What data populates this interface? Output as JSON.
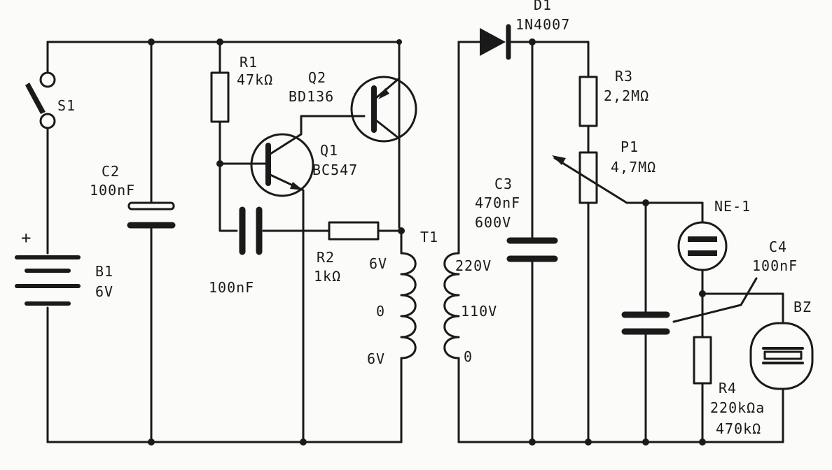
{
  "labels": {
    "s1": "S1",
    "b1_name": "B1",
    "b1_value": "6V",
    "b1_plus": "+",
    "c2_name": "C2",
    "c2_value": "100nF",
    "r1_name": "R1",
    "r1_value": "47kΩ",
    "q2_name": "Q2",
    "q2_part": "BD136",
    "q1_name": "Q1",
    "q1_part": "BC547",
    "cap_fb_value": "100nF",
    "r2_name": "R2",
    "r2_value": "1kΩ",
    "t1_name": "T1",
    "t1_6v_top": "6V",
    "t1_0": "0",
    "t1_6v_bot": "6V",
    "t1_220v": "220V",
    "t1_110v": "110V",
    "t1_0_right": "0",
    "d1_name": "D1",
    "d1_part": "1N4007",
    "c3_name": "C3",
    "c3_value": "470nF",
    "c3_voltage": "600V",
    "r3_name": "R3",
    "r3_value": "2,2MΩ",
    "p1_name": "P1",
    "p1_value": "4,7MΩ",
    "ne1_name": "NE-1",
    "c4_name": "C4",
    "c4_value": "100nF",
    "bz_name": "BZ",
    "r4_name": "R4",
    "r4_value_1": "220kΩa",
    "r4_value_2": "470kΩ"
  }
}
